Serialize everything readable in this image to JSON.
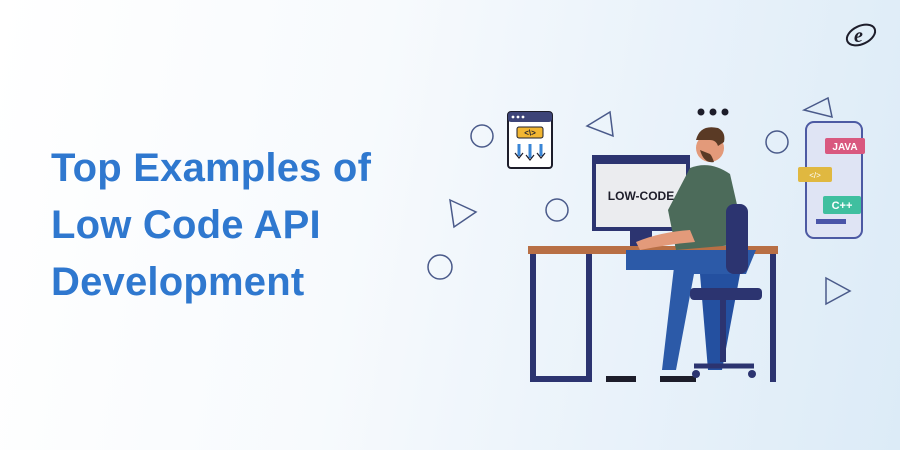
{
  "banner": {
    "title_lines": [
      "Top Examples of",
      "Low Code API",
      "Development"
    ],
    "logo_letter": "e",
    "monitor_text": "LOW-CODE",
    "phone_tags": [
      "JAVA",
      "</>",
      "C++"
    ],
    "code_window_tag": "<\\>",
    "colors": {
      "title": "#2f78cf",
      "java": "#d9587f",
      "code": "#e0b840",
      "cpp": "#3fbf9f",
      "desk": "#b86f45",
      "frame": "#2c3470"
    }
  }
}
